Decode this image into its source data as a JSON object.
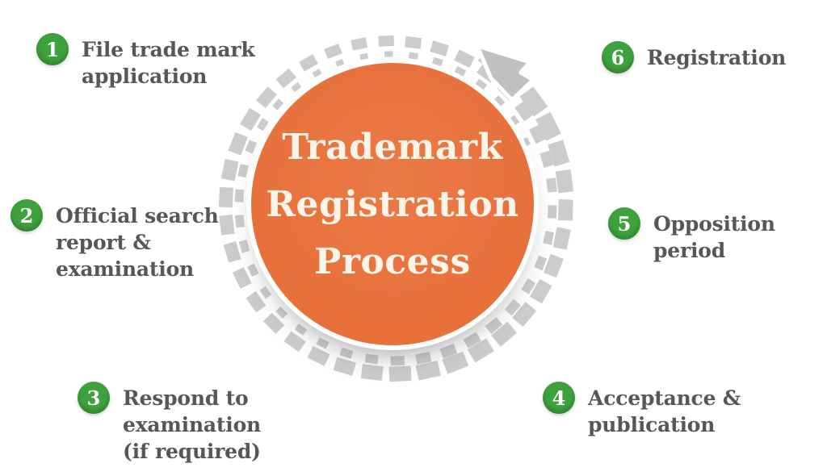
{
  "title": {
    "lines": [
      "Trademark",
      "Registration",
      "Process"
    ]
  },
  "steps": [
    {
      "num": "1",
      "label": "File trade mark\napplication"
    },
    {
      "num": "2",
      "label": "Official search\nreport &\nexamination"
    },
    {
      "num": "3",
      "label": "Respond to\nexamination\n(if required)"
    },
    {
      "num": "4",
      "label": "Acceptance &\npublication"
    },
    {
      "num": "5",
      "label": "Opposition\nperiod"
    },
    {
      "num": "6",
      "label": "Registration"
    }
  ],
  "colors": {
    "orange": "#E7703B",
    "orange_light": "#EB7A46",
    "green": "#3DA23C",
    "dash": "#CBCCCE",
    "arrow": "#C0C1C3",
    "label": "#56575B",
    "title_text": "#FBF4E9"
  }
}
